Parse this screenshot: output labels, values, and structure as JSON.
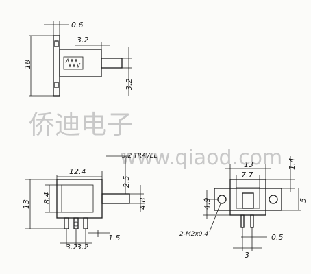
{
  "watermark": {
    "company": "侨迪电子",
    "website": "www.qiaod.com"
  },
  "top_view": {
    "dims": {
      "thickness": "0.6",
      "housing_length": "3.2",
      "height": "18",
      "actuator_offset": "3.2"
    }
  },
  "side_view": {
    "dims": {
      "travel": "3.2 TRAVEL",
      "body_width": "12.4",
      "actuator_height": "2.5",
      "total_height": "13",
      "body_height": "8.4",
      "actuator_width": "4.8",
      "terminal_offset": "1.5",
      "pin_pitch_a": "3.2",
      "pin_pitch_b": "3.2"
    }
  },
  "front_view": {
    "dims": {
      "overall_width": "13",
      "inner_width": "7.7",
      "flange_top": "1.4",
      "flange_height": "5",
      "hole_height": "4.9",
      "mount_holes": "2-M2x0.4",
      "pin_width": "0.5",
      "pin_spacing": "3"
    }
  }
}
